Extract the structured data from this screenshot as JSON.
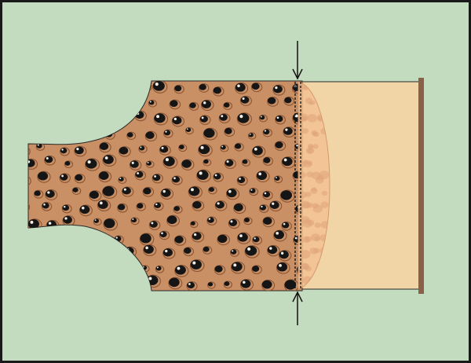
{
  "colors": {
    "background": "#c3dcbf",
    "frame": "#1a1a1a",
    "printed_fabric": "#c98f65",
    "spot_dark": "#151515",
    "spot_ring": "#8a5533",
    "spot_highlight": "#f4efe6",
    "plain_fabric": "#f1d5a6",
    "overlap_panel": "#f2c092",
    "overlap_spot": "#e0a47a",
    "hem_rod": "#8a6048",
    "outline": "#2a2a2a",
    "seam_line": "#111111",
    "arrow": "#111111"
  },
  "diagram": {
    "pieces": [
      {
        "id": "printed-bodice",
        "pattern": "spotted"
      },
      {
        "id": "plain-panel",
        "pattern": "plain"
      }
    ],
    "seam": {
      "style": "dashed-double"
    },
    "markers": [
      "arrow-down",
      "arrow-up"
    ]
  }
}
